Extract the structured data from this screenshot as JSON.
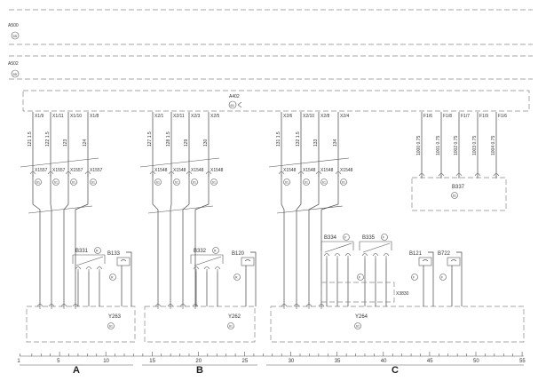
{
  "modules": {
    "a500": {
      "label": "A500",
      "ref": "55"
    },
    "a502": {
      "label": "A502",
      "ref": "55"
    },
    "a402": {
      "label": "A402",
      "ref": "61"
    }
  },
  "groups": [
    {
      "letter": "A",
      "pins": [
        "X1/9",
        "X1/11",
        "X1/10",
        "X1/8"
      ],
      "connector": "X1557",
      "relay": "B331",
      "relay_ref": "R",
      "sensor": "B133",
      "sensor_ref": "R",
      "plug": "Y263",
      "plug_ref": "61",
      "wires": [
        "121 1.5",
        "122 1.5",
        "123",
        "124"
      ]
    },
    {
      "letter": "B",
      "pins": [
        "X2/1",
        "X2/11",
        "X2/3",
        "X2/5"
      ],
      "connector": "X1548",
      "relay": "B332",
      "relay_ref": "R",
      "sensor": "B120",
      "sensor_ref": "R",
      "plug": "Y262",
      "plug_ref": "61",
      "wires": [
        "127 1.5",
        "128 1.5",
        "129",
        "130"
      ]
    },
    {
      "letter": "C",
      "pins": [
        "X2/6",
        "X2/10",
        "X2/8",
        "X2/4"
      ],
      "connector": "X1548",
      "relay": "B334",
      "relay_ref": "F",
      "relay2": "B335",
      "relay2_ref": "F",
      "junction": "X3830",
      "junction_ref": "F",
      "sensor": "B121",
      "sensor_ref": "F",
      "sensor2": "B722",
      "sensor2_ref": "F",
      "plug": "Y264",
      "plug_ref": "61",
      "wires": [
        "131 1.5",
        "132 1.5",
        "133",
        "134"
      ]
    }
  ],
  "b337": {
    "label": "B337",
    "ref": "61",
    "pins": [
      "F1/6",
      "F1/8",
      "F1/7",
      "F1/9",
      "F1/6"
    ],
    "wires": [
      "1000 0.75",
      "1001 0.75",
      "1002 0.75",
      "1003 0.75",
      "1004 0.75"
    ]
  },
  "scale": {
    "ticks": [
      "1",
      "5",
      "10",
      "15",
      "20",
      "25",
      "30",
      "35",
      "40",
      "45",
      "50",
      "55"
    ]
  }
}
